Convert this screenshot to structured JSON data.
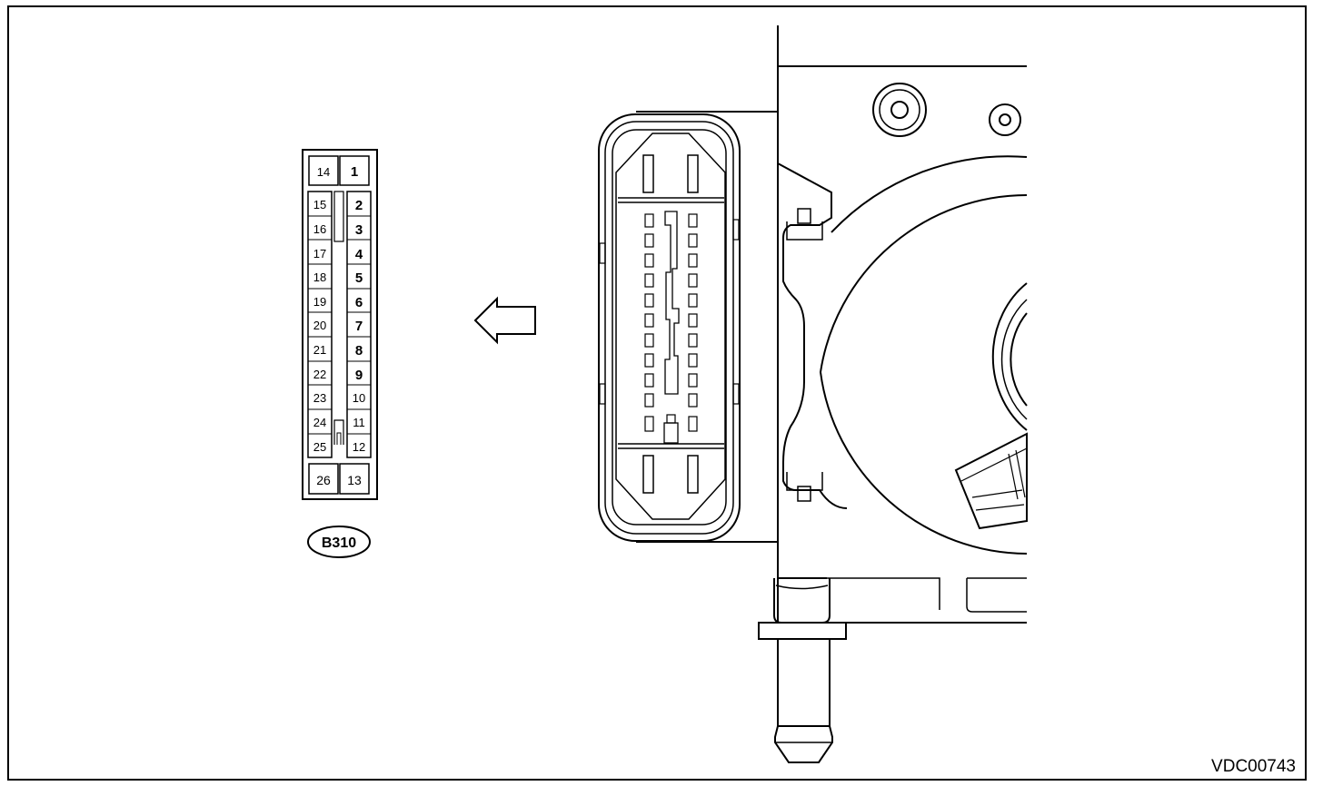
{
  "connector": {
    "id": "B310",
    "top_row": [
      "14",
      "1"
    ],
    "left_column": [
      "15",
      "16",
      "17",
      "18",
      "19",
      "20",
      "21",
      "22",
      "23",
      "24",
      "25"
    ],
    "right_column": [
      "2",
      "3",
      "4",
      "5",
      "6",
      "7",
      "8",
      "9",
      "10",
      "11",
      "12"
    ],
    "bottom_row": [
      "26",
      "13"
    ]
  },
  "arrow": {
    "direction": "left"
  },
  "diagram_id": "VDC00743"
}
